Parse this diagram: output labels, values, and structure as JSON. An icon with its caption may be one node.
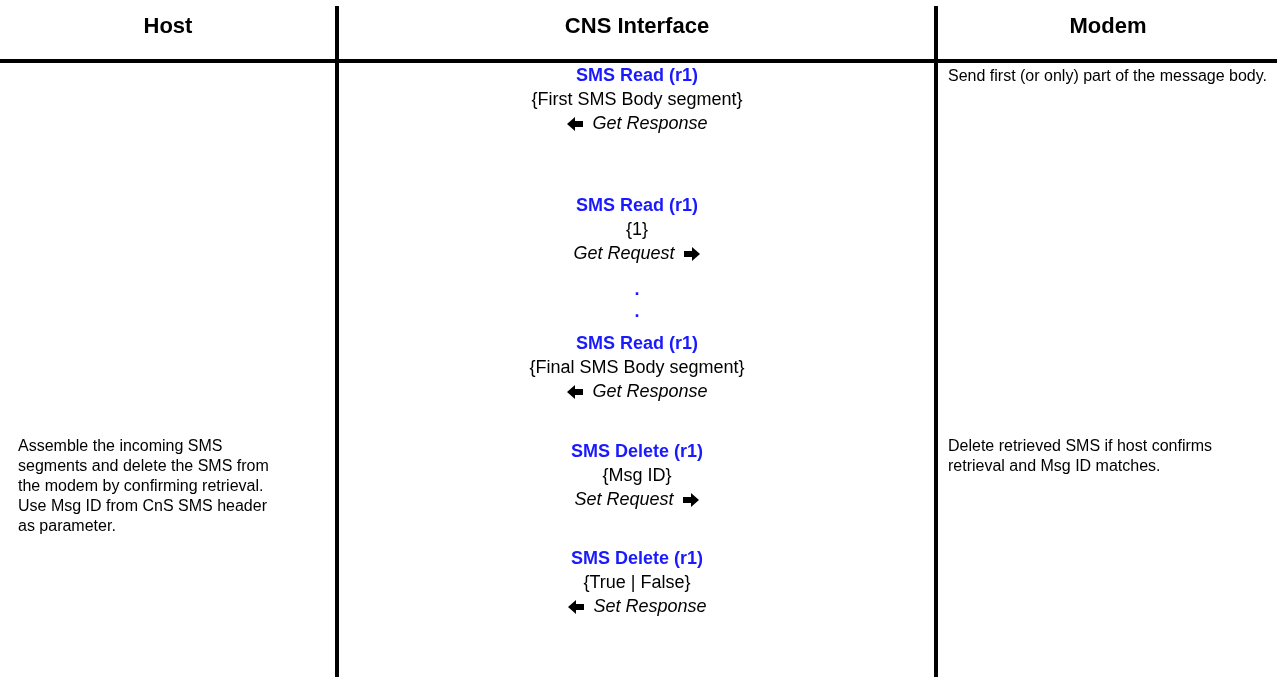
{
  "diagram": {
    "labels": [
      "Host",
      "CNS Interface",
      "Modem",
      "SMS Read (r1)",
      "{First SMS Body segment}",
      "Get Response",
      "Send first (or only) part of the message body.",
      "SMS Read (r1)",
      "{1}",
      "Get Request",
      ".",
      ".",
      "SMS Read (r1)",
      "{Final SMS Body segment}",
      "Get Response",
      "Assemble the incoming SMS segments and delete the SMS from the modem by confirming retrieval. Use Msg ID from CnS SMS header as parameter.",
      "SMS Delete (r1)",
      "{Msg ID}",
      "Set Request",
      "Delete retrieved SMS if host confirms retrieval and Msg ID matches.",
      "SMS Delete (r1)",
      "{True | False}",
      "Set Response"
    ]
  }
}
